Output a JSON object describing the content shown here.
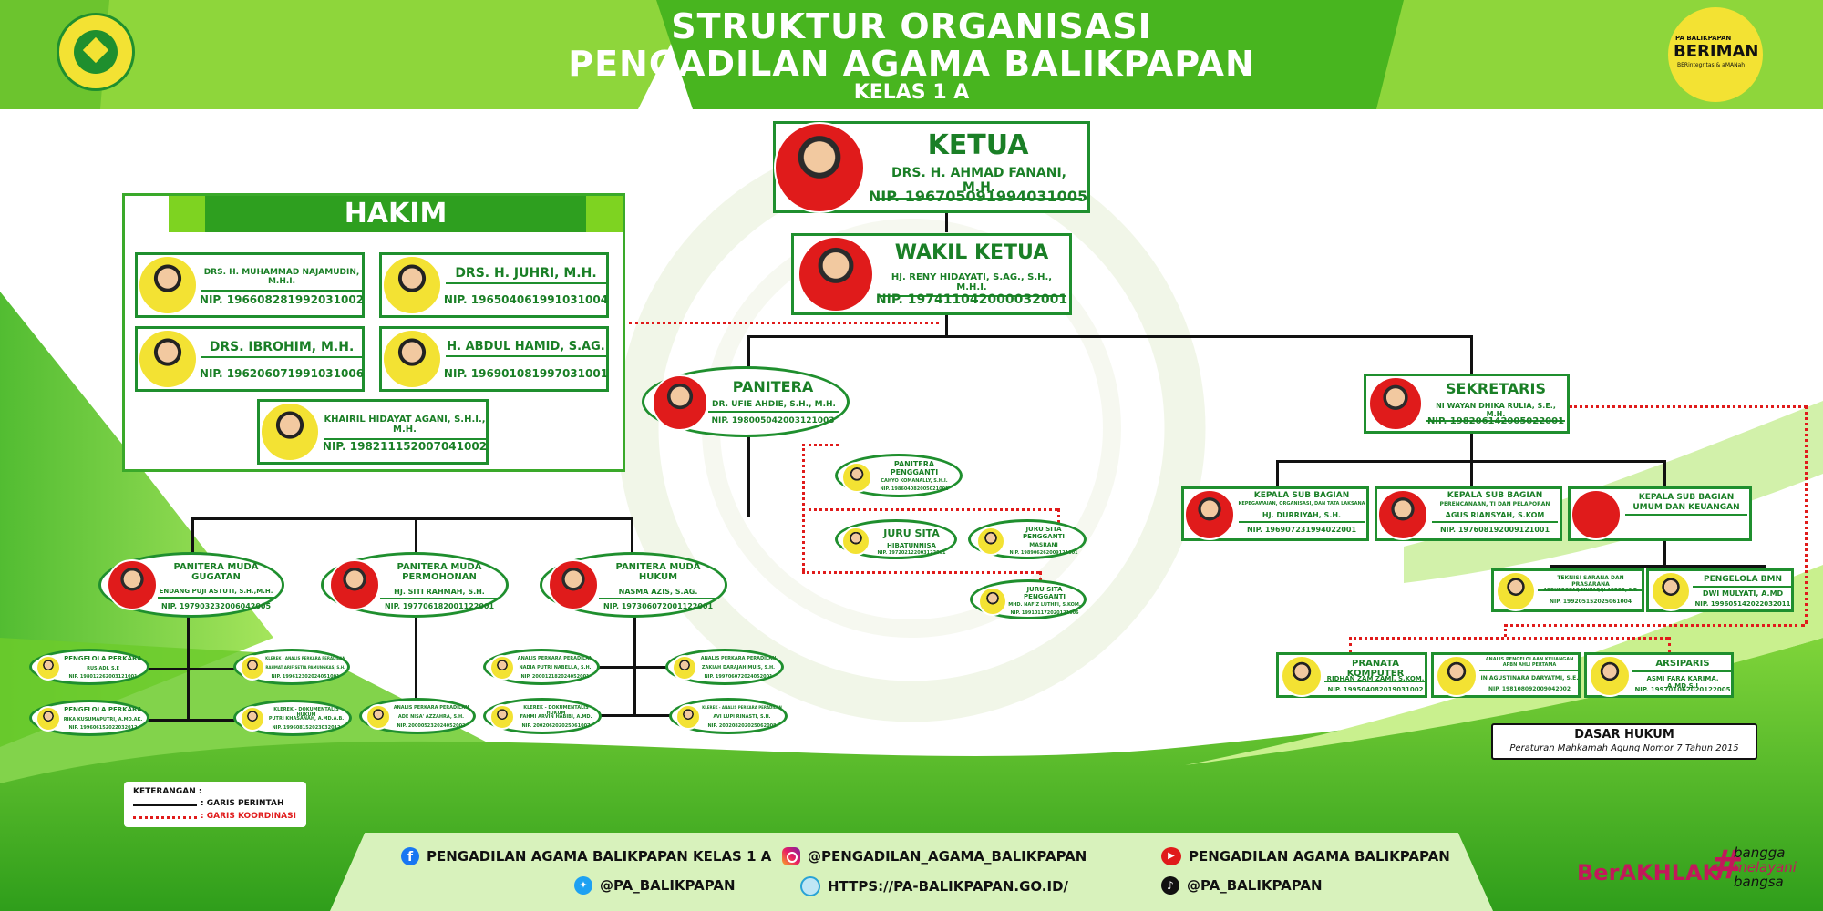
{
  "header": {
    "title_line1": "STRUKTUR ORGANISASI",
    "title_line2": "PENGADILAN AGAMA BALIKPAPAN",
    "title_line3": "KELAS 1 A"
  },
  "brand": {
    "logo_small": "PA BALIKPAPAN",
    "logo_big": "BERIMAN",
    "logo_tag": "BERintegritas & aMANah"
  },
  "colors": {
    "primary_green": "#1f8f2e",
    "light_green": "#7ed321",
    "coordination_red": "#e01b1b",
    "brand_yellow": "#f3e233"
  },
  "ketua": {
    "role": "KETUA",
    "name": "DRS. H. AHMAD FANANI, M.H.",
    "nip": "NIP. 196705091994031005"
  },
  "wakil": {
    "role": "WAKIL KETUA",
    "name": "HJ. RENY HIDAYATI, S.AG., S.H., M.H.I.",
    "nip": "NIP. 197411042000032001"
  },
  "hakim": {
    "title": "HAKIM",
    "members": [
      {
        "name": "DRS. H. MUHAMMAD NAJAMUDIN, M.H.I.",
        "nip": "NIP. 196608281992031002"
      },
      {
        "name": "DRS. H. JUHRI, M.H.",
        "nip": "NIP. 196504061991031004"
      },
      {
        "name": "DRS. IBROHIM, M.H.",
        "nip": "NIP. 196206071991031006"
      },
      {
        "name": "H. ABDUL HAMID, S.AG.",
        "nip": "NIP. 196901081997031001"
      },
      {
        "name": "KHAIRIL HIDAYAT AGANI, S.H.I., M.H.",
        "nip": "NIP. 198211152007041002"
      }
    ]
  },
  "panitera": {
    "role": "PANITERA",
    "name": "DR. UFIE AHDIE, S.H., M.H.",
    "nip": "NIP. 198005042003121003"
  },
  "panitera_pengganti": {
    "role": "PANITERA PENGGANTI",
    "name": "CAHYO KOMANALLY, S.H.I.",
    "nip": "NIP. 198604082005021001"
  },
  "juru_sita": {
    "role": "JURU SITA",
    "name": "HIBATUNNISA",
    "nip": "NIP. 197202122003122001"
  },
  "juru_sita_pengganti_1": {
    "role": "JURU SITA PENGGANTI",
    "name": "MASRANI",
    "nip": "NIP. 198906262009121001"
  },
  "juru_sita_pengganti_2": {
    "role": "JURU SITA PENGGANTI",
    "name": "MHD. NAFIZ LUTHFI, S.KOM.",
    "nip": "NIP. 199101172020121006"
  },
  "panmud": [
    {
      "role": "PANITERA MUDA GUGATAN",
      "name": "ENDANG PUJI ASTUTI, S.H.,M.H.",
      "nip": "NIP. 197903232006042005"
    },
    {
      "role": "PANITERA MUDA PERMOHONAN",
      "name": "HJ. SITI RAHMAH, S.H.",
      "nip": "NIP. 197706182001122001"
    },
    {
      "role": "PANITERA MUDA HUKUM",
      "name": "NASMA AZIS, S.AG.",
      "nip": "NIP. 197306072001122001"
    }
  ],
  "staff_gugatan": [
    {
      "role": "PENGELOLA PERKARA",
      "name": "RUSIADI, S.E",
      "nip": "NIP. 198012262003121001"
    },
    {
      "role": "KLEREK - ANALIS PERKARA PERADILAN",
      "name": "RAHMAT ARIF SETIA PAMUNGKAS, S.H.",
      "nip": "NIP. 199612302024051001"
    },
    {
      "role": "PENGELOLA PERKARA",
      "name": "RIKA KUSUMAPUTRI, A.MD.AK.",
      "nip": "NIP. 199606152022032012"
    },
    {
      "role": "KLEREK - DOKUMENTALIS HUKUM",
      "name": "PUTRI KHASANAH, A.MD.A.B.",
      "nip": "NIP. 199608152023032012"
    }
  ],
  "staff_permohonan": [
    {
      "role": "ANALIS PERKARA PERADILAN",
      "name": "ADE NISA' AZZAHRA, S.H.",
      "nip": "NIP. 200005232024052002"
    }
  ],
  "staff_hukum": [
    {
      "role": "ANALIS PERKARA PERADILAN",
      "name": "NADIA PUTRI NABELLA, S.H.",
      "nip": "NIP. 200012182024052001"
    },
    {
      "role": "ANALIS PERKARA PERADILAN",
      "name": "ZAKIAH DARAJAH MUIS, S.H.",
      "nip": "NIP. 199706072024052001"
    },
    {
      "role": "KLEREK - DOKUMENTALIS HUKUM",
      "name": "FAHMI ARVIN HABIBI, A.MD.",
      "nip": "NIP. 200206202025061007"
    },
    {
      "role": "KLEREK - ANALIS PERKARA PERADILAN",
      "name": "AVI LUPI RINASTI, S.H.",
      "nip": "NIP. 200208202025062008"
    }
  ],
  "sekretaris": {
    "role": "SEKRETARIS",
    "name": "NI WAYAN DHIKA RULIA, S.E., M.H.",
    "nip": "NIP. 198206142005022001"
  },
  "kasubag": [
    {
      "role": "KEPALA SUB BAGIAN",
      "sub": "KEPEGAWAIAN, ORGANISASI, DAN TATA LAKSANA",
      "name": "HJ. DURRIYAH, S.H.",
      "nip": "NIP. 196907231994022001"
    },
    {
      "role": "KEPALA SUB BAGIAN",
      "sub": "PERENCANAAN, TI DAN PELAPORAN",
      "name": "AGUS RIANSYAH, S.KOM",
      "nip": "NIP. 197608192009121001"
    },
    {
      "role": "KEPALA SUB BAGIAN",
      "sub": "UMUM DAN KEUANGAN",
      "name": "",
      "nip": ""
    }
  ],
  "umum_staff": [
    {
      "role": "TEKNISI SARANA DAN PRASARANA",
      "name": "ABDURROZAQ MUZAQQI ABROR, S.T.",
      "nip": "NIP. 199205152025061004"
    },
    {
      "role": "PENGELOLA BMN",
      "name": "DWI MULYATI, A.MD",
      "nip": "NIP. 199605142022032011"
    }
  ],
  "bottom_staff": [
    {
      "role": "PRANATA KOMPUTER",
      "name": "RIDHAN ZAM ZAMI, S.KOM.",
      "nip": "NIP. 199504082019031002"
    },
    {
      "role": "ANALIS PENGELOLAAN KEUANGAN APBN AHLI PERTAMA",
      "name": "IN AGUSTINARA DARYATMI, S.E.",
      "nip": "NIP. 198108092009042002"
    },
    {
      "role": "ARSIPARIS",
      "name": "ASMI FARA KARIMA, A.MD.S.I",
      "nip": "NIP. 199701062020122005"
    }
  ],
  "dasar_hukum": {
    "title": "DASAR HUKUM",
    "text": "Peraturan Mahkamah Agung Nomor 7 Tahun 2015"
  },
  "legend": {
    "title": "KETERANGAN :",
    "solid": ": GARIS PERINTAH",
    "dotted": ": GARIS KOORDINASI"
  },
  "footer": {
    "facebook": "PENGADILAN AGAMA BALIKPAPAN KELAS 1 A",
    "instagram": "@PENGADILAN_AGAMA_BALIKPAPAN",
    "youtube": "PENGADILAN AGAMA BALIKPAPAN",
    "twitter": "@PA_BALIKPAPAN",
    "website": "HTTPS://PA-BALIKPAPAN.GO.ID/",
    "tiktok": "@PA_BALIKPAPAN",
    "berakhlak": "BerAKHLAK",
    "tag1": "bangga",
    "tag2": "melayani",
    "tag3": "bangsa"
  }
}
